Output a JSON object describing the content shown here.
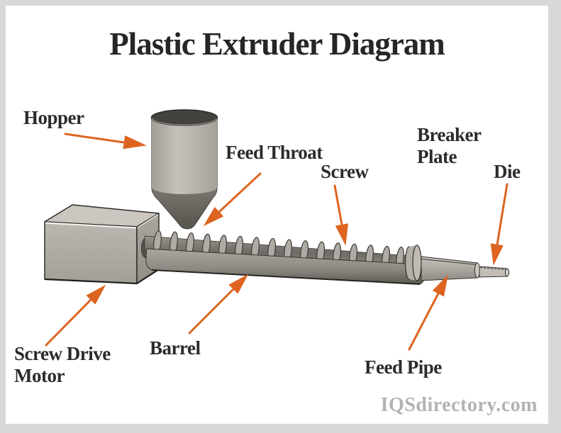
{
  "title": "Plastic Extruder Diagram",
  "watermark": "IQSdirectory.com",
  "labels": {
    "hopper": "Hopper",
    "feed_throat": "Feed Throat",
    "screw": "Screw",
    "breaker_plate": "Breaker Plate",
    "die": "Die",
    "screw_drive_motor": "Screw Drive Motor",
    "barrel": "Barrel",
    "feed_pipe": "Feed Pipe"
  },
  "colors": {
    "arrow": "#DD6420",
    "label_text": "#2b2b2b",
    "watermark_text": "#b3b3b3",
    "frame": "#d8d8d8",
    "metal_light": "#c6c2bb",
    "metal_mid": "#a9a59e",
    "metal_dark": "#5b5853"
  }
}
